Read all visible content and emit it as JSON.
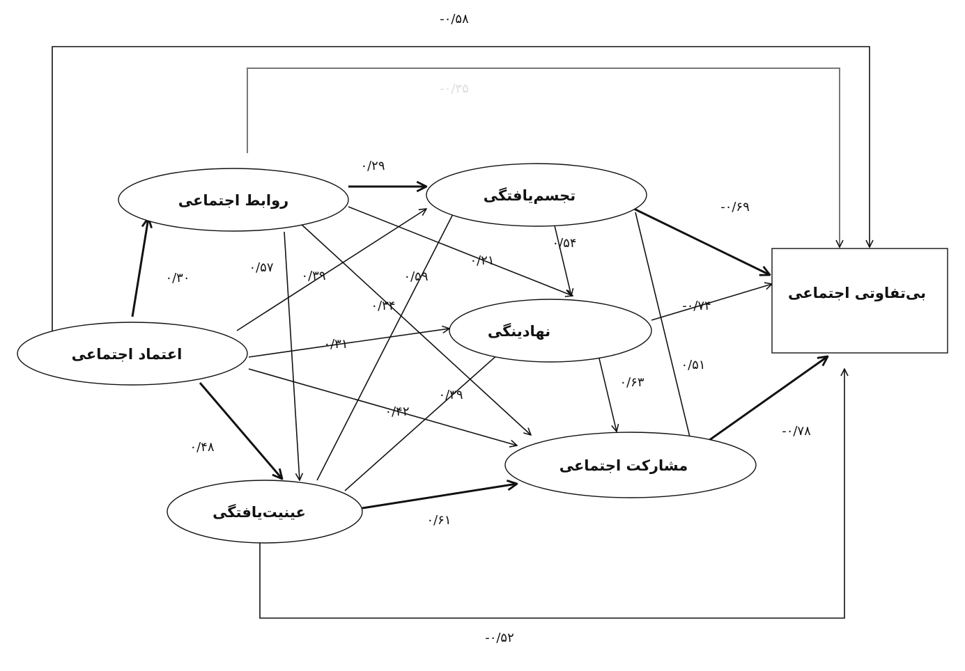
{
  "nodes": {
    "social_trust": "اعتماد اجتماعی",
    "social_relations": "روابط اجتماعی",
    "embodiment": "تجسم‌یافتگی",
    "institutionalization": "نهادینگی",
    "objectification": "عینیت‌یافتگی",
    "social_participation": "مشارکت اجتماعی",
    "social_indifference": "بی‌تفاوتی اجتماعی"
  },
  "coefficients": {
    "trust_to_indifference": "-۰/۵۸",
    "relations_to_indifference": "-۰/۳۵",
    "objectification_to_indifference": "-۰/۵۲",
    "trust_to_relations": "۰/۳۰",
    "relations_to_embodiment": "۰/۲۹",
    "relations_to_institutionalization": "۰/۲۱",
    "relations_to_participation": "۰/۳۴",
    "relations_to_objectification": "۰/۵۷",
    "trust_to_embodiment": "۰/۳۹",
    "trust_to_institutionalization": "۰/۳۱",
    "trust_to_participation": "۰/۴۲",
    "trust_to_objectification": "۰/۴۸",
    "objectification_to_embodiment": "۰/۵۹",
    "objectification_to_institutionalization": "۰/۳۹",
    "objectification_to_participation": "۰/۶۱",
    "embodiment_to_institutionalization": "۰/۵۴",
    "embodiment_to_participation": "۰/۵۱",
    "embodiment_to_indifference": "-۰/۶۹",
    "institutionalization_to_indifference": "-۰/۷۴",
    "institutionalization_to_participation": "۰/۶۳",
    "participation_to_indifference": "-۰/۷۸"
  }
}
